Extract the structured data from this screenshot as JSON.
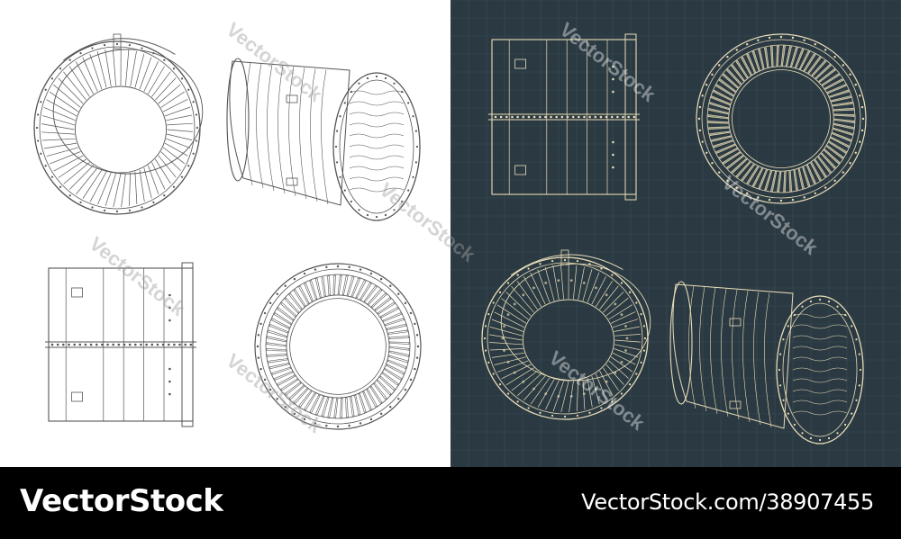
{
  "watermark_text": "VectorStock",
  "footer": {
    "logo": "VectorStock",
    "url": "VectorStock.com/38907455"
  },
  "colors": {
    "light_background": "#ffffff",
    "light_stroke": "#555555",
    "dark_background": "#2b3a42",
    "dark_stroke": "#e9dcb8",
    "dark_grid": "#3a4b54",
    "footer_background": "#000000",
    "footer_text": "#ffffff"
  },
  "views": [
    {
      "name": "perspective-front-view",
      "icon": "turbine-case-perspective-front"
    },
    {
      "name": "perspective-side-view",
      "icon": "turbine-case-perspective-side"
    },
    {
      "name": "side-elevation-view",
      "icon": "turbine-case-side-elevation"
    },
    {
      "name": "front-elevation-view",
      "icon": "turbine-case-front-elevation"
    }
  ]
}
